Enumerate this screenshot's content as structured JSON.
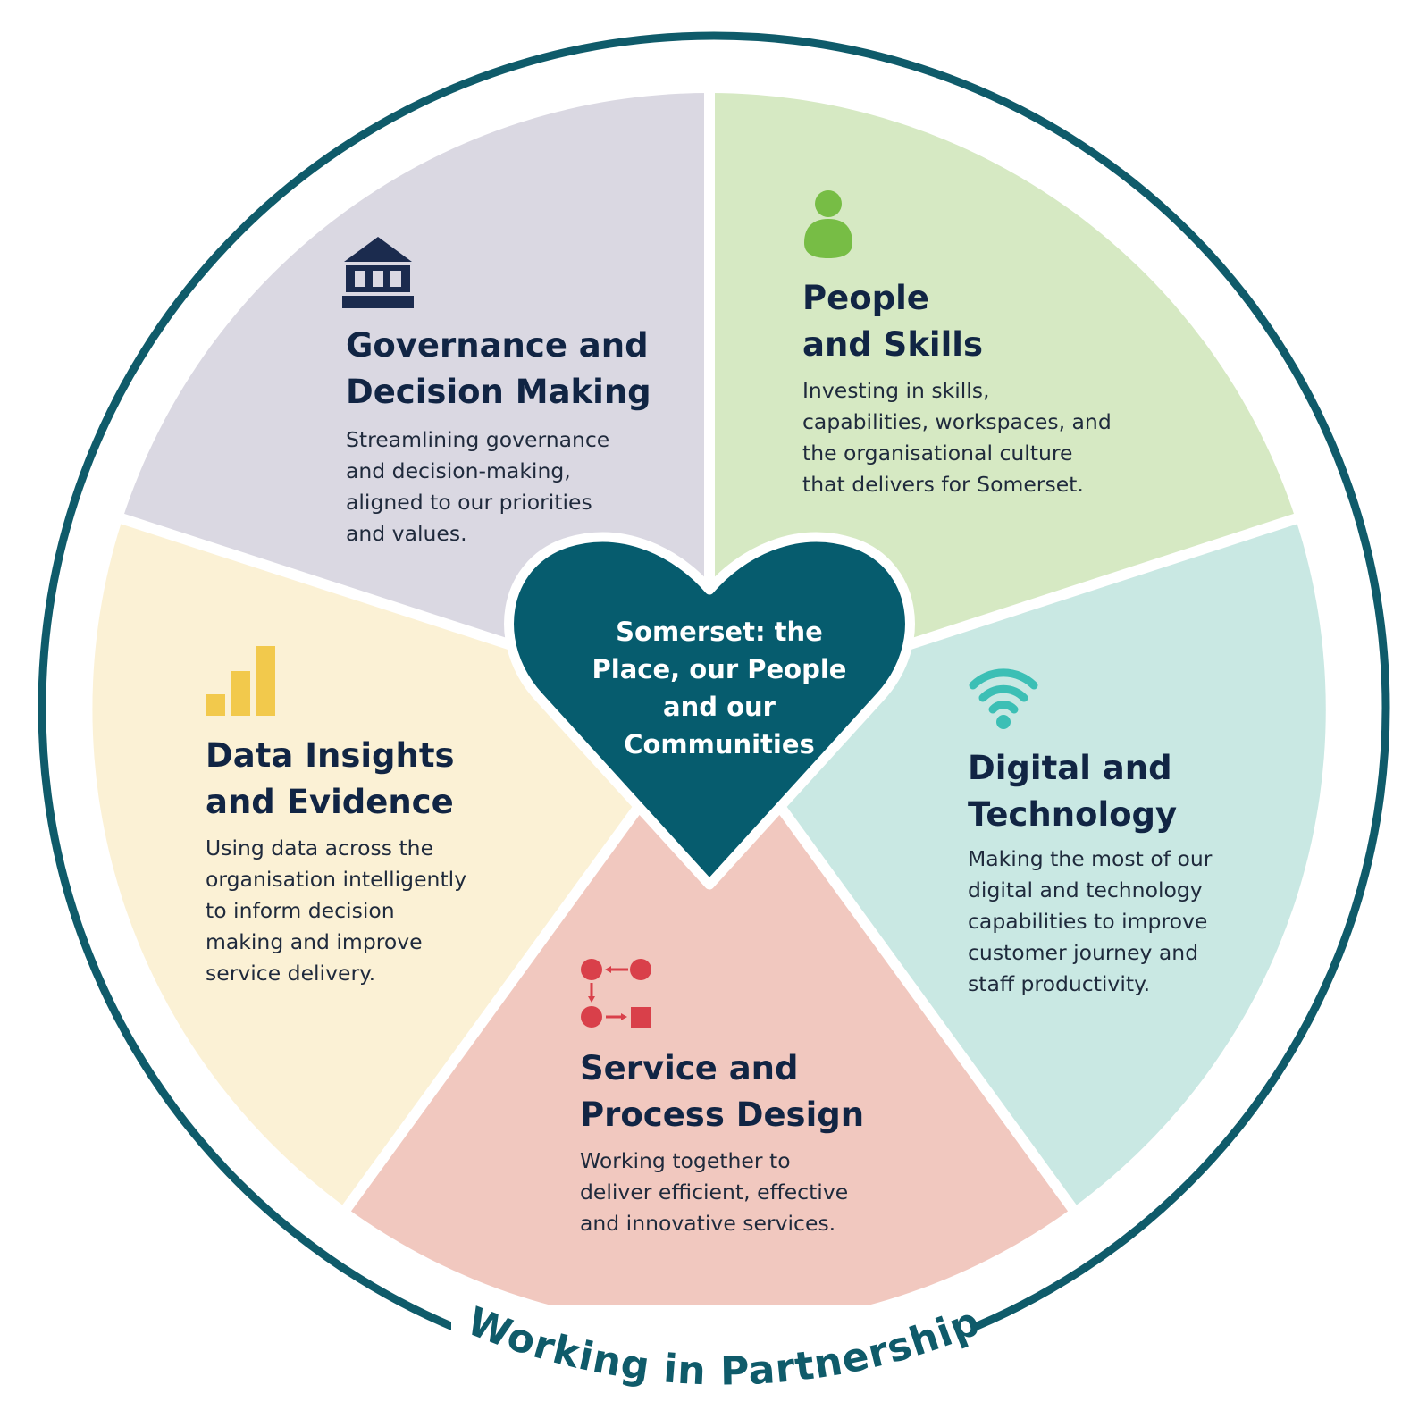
{
  "center": {
    "lines": [
      "Somerset: the",
      "Place, our People",
      "and our",
      "Communities"
    ]
  },
  "segments": {
    "governance": {
      "icon": "building-icon",
      "title": [
        "Governance and",
        "Decision Making"
      ],
      "text": [
        "Streamlining governance",
        "and decision-making,",
        "aligned to our priorities",
        "and values."
      ],
      "color": "#dad8e2"
    },
    "people": {
      "icon": "person-icon",
      "title": [
        "People",
        "and Skills"
      ],
      "text": [
        "Investing in skills,",
        "capabilities, workspaces, and",
        "the organisational culture",
        "that delivers for Somerset."
      ],
      "color": "#d6e9c3"
    },
    "digital": {
      "icon": "wifi-icon",
      "title": [
        "Digital and",
        "Technology"
      ],
      "text": [
        "Making the most of our",
        "digital and technology",
        "capabilities to improve",
        "customer journey and",
        "staff productivity."
      ],
      "color": "#c9e8e3"
    },
    "service": {
      "icon": "process-flow-icon",
      "title": [
        "Service and",
        "Process Design"
      ],
      "text": [
        "Working together to",
        "deliver efficient, effective",
        "and innovative services."
      ],
      "color": "#f1c8bf"
    },
    "data": {
      "icon": "bar-chart-icon",
      "title": [
        "Data Insights",
        "and Evidence"
      ],
      "text": [
        "Using data across the",
        "organisation intelligently",
        "to inform decision",
        "making and improve",
        "service delivery."
      ],
      "color": "#fbf1d5"
    }
  },
  "ring_label": "Working in Partnership",
  "colors": {
    "ring": "#0f5b6a",
    "heart": "#065c6e",
    "title": "#112544",
    "people_icon": "#77bd45",
    "wifi_icon": "#3cbfb5",
    "process_icon": "#d9404a",
    "chart_icon": "#f2c94c",
    "building_icon": "#1b2b4e"
  }
}
